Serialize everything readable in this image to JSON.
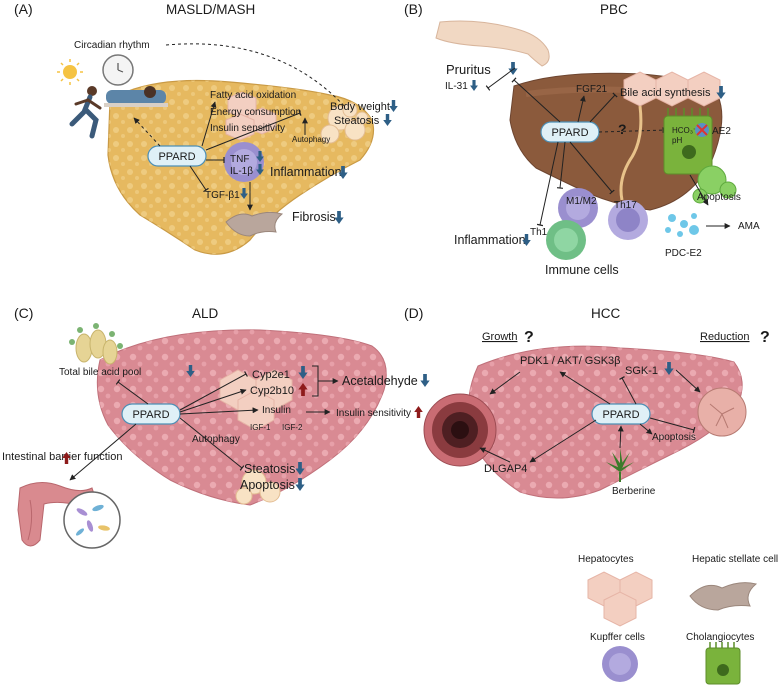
{
  "colors": {
    "liver_yellow": "#e6b960",
    "liver_brown": "#8b5a3c",
    "liver_pink": "#d98a93",
    "pppard_fill": "#dff0f7",
    "arrow_down_blue": "#2e5f86",
    "arrow_up_red": "#8e1b1b",
    "immune_purple": "#9a8fcf",
    "immune_green": "#6fbf86",
    "cholangiocyte_green": "#7ab33c",
    "hepatocyte_pink": "#f3cfc1",
    "stellate_grey": "#b9a69c"
  },
  "panelA": {
    "letter": "(A)",
    "title": "MASLD/MASH",
    "circadian": "Circadian rhythm",
    "ppard": "PPARD",
    "fatty_acid": "Fatty acid oxidation",
    "energy": "Energy consumption",
    "insulin": "Insulin sensitivity",
    "autophagy": "Autophagy",
    "body_weight": "Body weight",
    "steatosis": "Steatosis",
    "tnf": "TNF",
    "il1b": "IL-1β",
    "tgfb1": "TGF-β1",
    "inflammation": "Inflammation",
    "fibrosis": "Fibrosis"
  },
  "panelB": {
    "letter": "(B)",
    "title": "PBC",
    "pruritus": "Pruritus",
    "il31": "IL-31",
    "fgf21": "FGF21",
    "bile_synth": "Bile acid synthesis",
    "ppard": "PPARD",
    "question": "?",
    "hco3": "HCO₃⁻",
    "ph": "pH",
    "ae2": "AE2",
    "apoptosis": "Apoptosis",
    "m1m2": "M1/M2",
    "th17": "Th17",
    "th1": "Th1",
    "inflammation": "Inflammation",
    "immune_cells": "Immune cells",
    "pdce2": "PDC-E2",
    "ama": "AMA"
  },
  "panelC": {
    "letter": "(C)",
    "title": "ALD",
    "bile_pool": "Total bile acid pool",
    "ppard": "PPARD",
    "cyp2e1": "Cyp2e1",
    "cyp2b10": "Cyp2b10",
    "acetaldehyde": "Acetaldehyde",
    "insulin": "Insulin",
    "igf1": "IGF-1",
    "igf2": "IGF-2",
    "insulin_sens": "Insulin sensitivity",
    "intestinal": "Intestinal barrier function",
    "autophagy": "Autophagy",
    "steatosis": "Steatosis",
    "apoptosis": "Apoptosis"
  },
  "panelD": {
    "letter": "(D)",
    "title": "HCC",
    "growth": "Growth",
    "reduction": "Reduction",
    "question": "?",
    "pathway": "PDK1 / AKT/ GSK3β",
    "sgk1": "SGK-1",
    "ppard": "PPARD",
    "apoptosis": "Apoptosis",
    "dlgap4": "DLGAP4",
    "berberine": "Berberine"
  },
  "legend": {
    "hepatocytes": "Hepatocytes",
    "stellate": "Hepatic stellate cells",
    "kupffer": "Kupffer cells",
    "cholangiocytes": "Cholangiocytes"
  }
}
